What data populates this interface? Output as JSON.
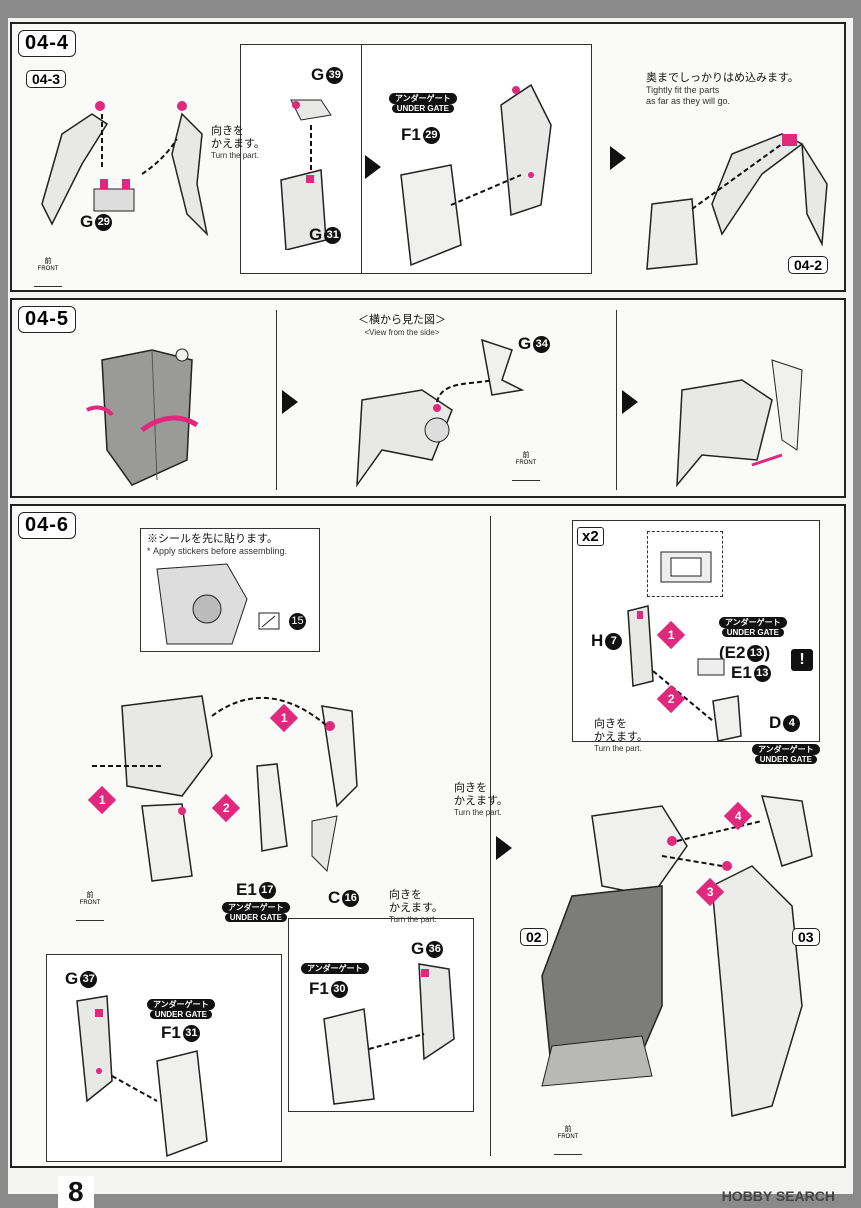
{
  "page_number": "8",
  "watermark": "HOBBY SEARCH",
  "colors": {
    "accent": "#e0287d",
    "ink": "#111111",
    "panel": "#fafaf8"
  },
  "front_label": {
    "jp": "前",
    "en": "FRONT"
  },
  "turn_label": {
    "jp": "向きを\nかえます。",
    "en": "Turn the part."
  },
  "under_gate": {
    "jp": "アンダーゲート",
    "en": "UNDER GATE"
  },
  "step_04_4": {
    "tag": "04-4",
    "ref_tags": [
      "04-3",
      "04-2"
    ],
    "parts": {
      "g39": "G",
      "g39n": "39",
      "g29": "G",
      "g29n": "29",
      "g31": "G",
      "g31n": "31",
      "f129": "F1",
      "f129n": "29"
    },
    "turn_jp": "向きを\nかえます。",
    "fit_jp": "奥までしっかりはめ込みます。",
    "fit_en": "Tightly fit the parts\nas far as they will go."
  },
  "step_04_5": {
    "tag": "04-5",
    "view_jp": "＜横から見た図＞",
    "view_en": "<View from the side>",
    "parts": {
      "g34": "G",
      "g34n": "34"
    }
  },
  "step_04_6": {
    "tag": "04-6",
    "sticker_jp": "※シールを先に貼ります。",
    "sticker_en": "* Apply stickers before assembling.",
    "sticker_num": "15",
    "parts": {
      "e117": "E1",
      "e117n": "17",
      "c16": "C",
      "c16n": "16",
      "g37": "G",
      "g37n": "37",
      "f131": "F1",
      "f131n": "31",
      "g36": "G",
      "g36n": "36",
      "f130": "F1",
      "f130n": "30",
      "h7": "H",
      "h7n": "7",
      "e213": "(E2",
      "e213n": "13",
      "e213close": ")",
      "e113": "E1",
      "e113n": "13",
      "d4": "D",
      "d4n": "4"
    },
    "badges": [
      "1",
      "1",
      "2",
      "1",
      "2",
      "3",
      "4"
    ],
    "multiplier": "x2",
    "ref_tags": [
      "02",
      "03"
    ],
    "caution": "!"
  }
}
